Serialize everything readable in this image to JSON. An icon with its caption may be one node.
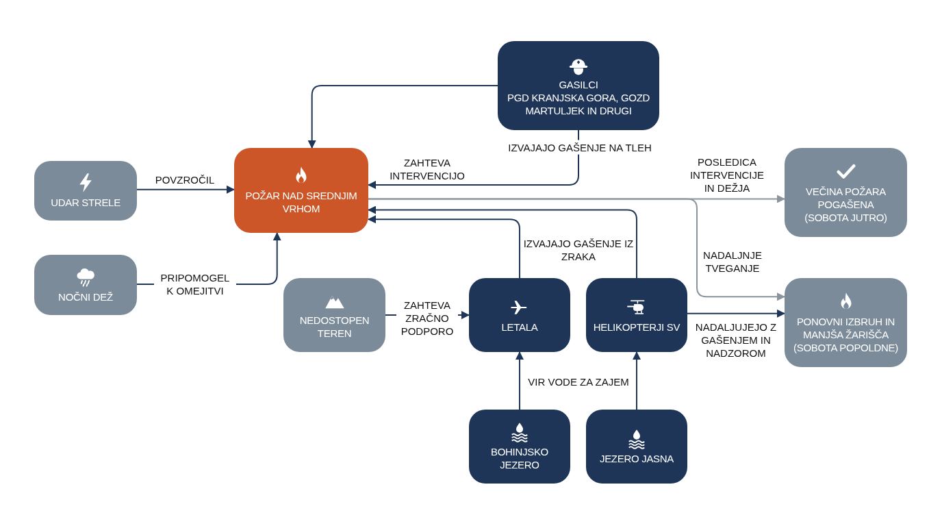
{
  "diagram": {
    "nodes": [
      {
        "text": [
          "UDAR STRELE"
        ]
      },
      {
        "text": [
          "NOČNI DEŽ"
        ]
      },
      {
        "text": [
          "POŽAR NAD SREDNJIM VRHOM"
        ]
      },
      {
        "text": [
          "GASILCI",
          "PGD KRANJSKA GORA, GOZD MARTULJEK IN DRUGI"
        ]
      },
      {
        "text": [
          "NEDOSTOPEN TEREN"
        ]
      },
      {
        "text": [
          "LETALA"
        ]
      },
      {
        "text": [
          "HELIKOPTERJI SV"
        ]
      },
      {
        "text": [
          "VEČINA POŽARA POGAŠENA",
          "(SOBOTA JUTRO)"
        ]
      },
      {
        "text": [
          "PONOVNI IZBRUH IN MANJŠA ŽARIŠČA",
          "(SOBOTA POPOLDNE)"
        ]
      },
      {
        "text": [
          "BOHINJSKO JEZERO"
        ]
      },
      {
        "text": [
          "JEZERO JASNA"
        ]
      }
    ],
    "edges": [
      {
        "from": 0,
        "to": 2,
        "arrow": "to",
        "label": "POVZROČIL"
      },
      {
        "from": 1,
        "to": 2,
        "arrow": "to",
        "label": "PRIPOMOGEL K OMEJITVI"
      },
      {
        "from": 3,
        "to": 2,
        "arrow": "to"
      },
      {
        "from": 3,
        "to": 2,
        "arrow": "to",
        "label": "IZVAJAJO GAŠENJE NA TLEH"
      },
      {
        "from": 2,
        "to": 7,
        "arrow": "to",
        "label": "POSLEDICA INTERVENCIJE IN DEŽJA",
        "color": "#8a949c"
      },
      {
        "from": 2,
        "to": 8,
        "arrow": "to",
        "label": "NADALJNJE TVEGANJE",
        "color": "#8a949c"
      },
      {
        "from": 4,
        "to": 5,
        "arrow": "to",
        "label": "ZAHTEVA ZRAČNO PODPORO"
      },
      {
        "from": 5,
        "to": 2,
        "arrow": "to",
        "label": "IZVAJAJO GAŠENJE IZ ZRAKA"
      },
      {
        "from": 6,
        "to": 2,
        "arrow": "to"
      },
      {
        "from": 6,
        "to": 8,
        "arrow": "to",
        "label": "NADALJUJEJO Z GAŠENJEM IN NADZOROM"
      },
      {
        "from": 9,
        "to": 5,
        "arrow": "to",
        "label": "VIR VODE ZA ZAJEM"
      },
      {
        "from": 10,
        "to": 6,
        "arrow": "to"
      }
    ],
    "labels": [
      "ZAHTEVA INTERVENCIJO"
    ]
  }
}
